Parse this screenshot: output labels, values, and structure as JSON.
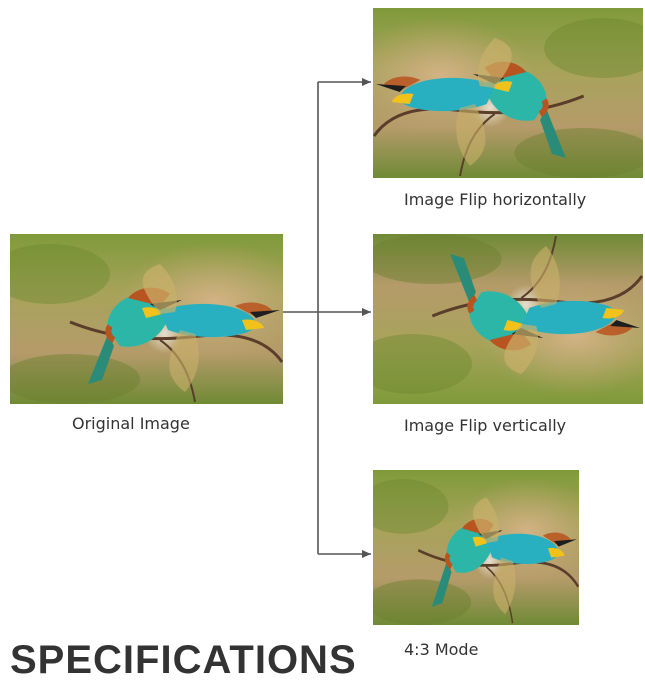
{
  "images": {
    "original": {
      "caption": "Original Image"
    },
    "flip_horizontal": {
      "caption": "Image Flip horizontally"
    },
    "flip_vertical": {
      "caption": "Image Flip vertically"
    },
    "mode_4_3": {
      "caption": "4:3 Mode"
    }
  },
  "heading": "SPECIFICATIONS",
  "colors": {
    "arrow": "#555555",
    "background_green": "#8e9c45",
    "bokeh_tan": "#c9a87a",
    "bird_teal": "#2bb6a8",
    "bird_yellow": "#f2c21b",
    "bird_rust": "#b8541f"
  }
}
